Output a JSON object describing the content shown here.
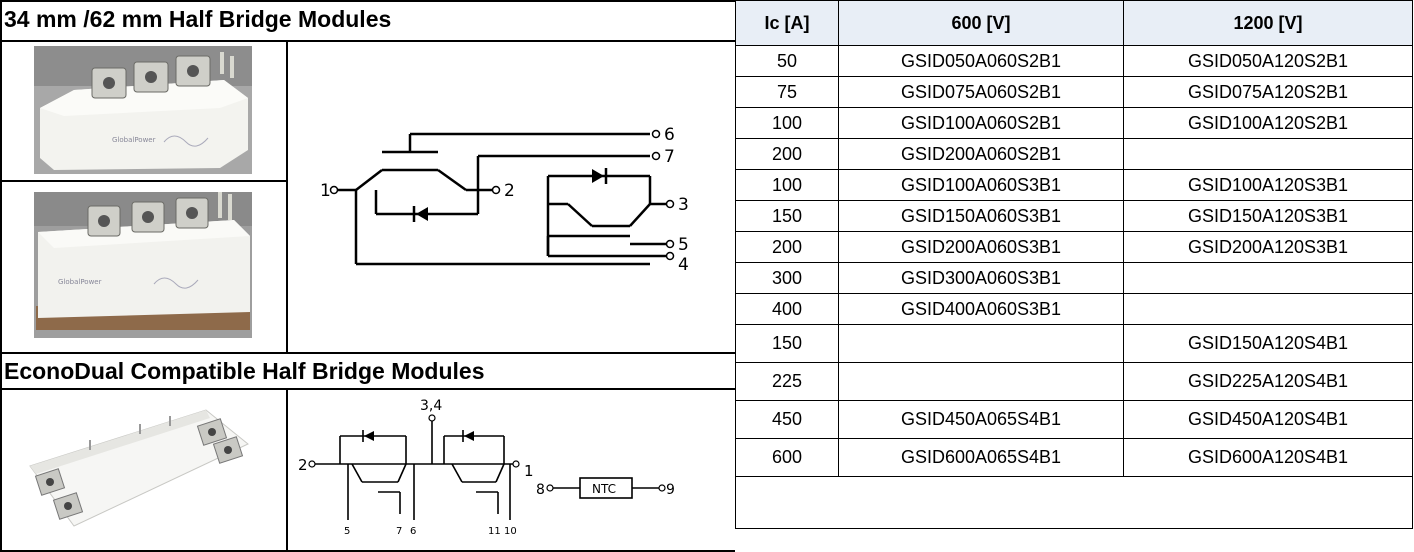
{
  "left_panel": {
    "section1_title": "34 mm /62 mm Half Bridge Modules",
    "section2_title": "EconoDual Compatible Half Bridge Modules",
    "module_brand": "GlobalPower"
  },
  "schematic1": {
    "pins": [
      "1",
      "2",
      "3",
      "4",
      "5",
      "6",
      "7"
    ]
  },
  "schematic2": {
    "pins": [
      "2",
      "1",
      "8",
      "9",
      "3,4",
      "5",
      "7",
      "6",
      "11",
      "10"
    ],
    "ntc_label": "NTC"
  },
  "table": {
    "headers": [
      "Ic [A]",
      "600 [V]",
      "1200 [V]"
    ],
    "rows": [
      [
        "50",
        "GSID050A060S2B1",
        "GSID050A120S2B1"
      ],
      [
        "75",
        "GSID075A060S2B1",
        "GSID075A120S2B1"
      ],
      [
        "100",
        "GSID100A060S2B1",
        "GSID100A120S2B1"
      ],
      [
        "200",
        "GSID200A060S2B1",
        ""
      ],
      [
        "100",
        "GSID100A060S3B1",
        "GSID100A120S3B1"
      ],
      [
        "150",
        "GSID150A060S3B1",
        "GSID150A120S3B1"
      ],
      [
        "200",
        "GSID200A060S3B1",
        "GSID200A120S3B1"
      ],
      [
        "300",
        "GSID300A060S3B1",
        ""
      ],
      [
        "400",
        "GSID400A060S3B1",
        ""
      ],
      [
        "150",
        "",
        "GSID150A120S4B1"
      ],
      [
        "225",
        "",
        "GSID225A120S4B1"
      ],
      [
        "450",
        "GSID450A065S4B1",
        "GSID450A120S4B1"
      ],
      [
        "600",
        "GSID600A065S4B1",
        "GSID600A120S4B1"
      ],
      [
        "",
        "",
        ""
      ]
    ]
  }
}
